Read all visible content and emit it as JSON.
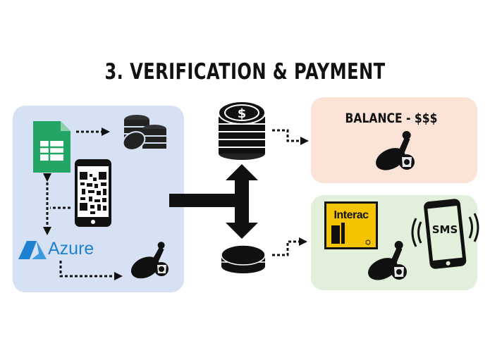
{
  "title": "3. VERIFICATION & PAYMENT",
  "balance_label": "BALANCE - $$$",
  "azure_label": "Azure",
  "sms_label": "SMS",
  "interac_label": "Interac",
  "colors": {
    "panel_left": "#d6e1f3",
    "panel_top": "#fbe3d8",
    "panel_bottom": "#e2efda",
    "azure_blue": "#1e80d1",
    "sheets_green": "#23a566",
    "interac_yellow": "#f5c400"
  },
  "icons": [
    "spreadsheet-icon",
    "coin-stack-icon",
    "phone-qr-icon",
    "azure-logo-icon",
    "money-bag-icon",
    "dollar-coin-stack-icon",
    "single-coin-icon",
    "interac-logo-icon",
    "sms-phone-icon"
  ]
}
